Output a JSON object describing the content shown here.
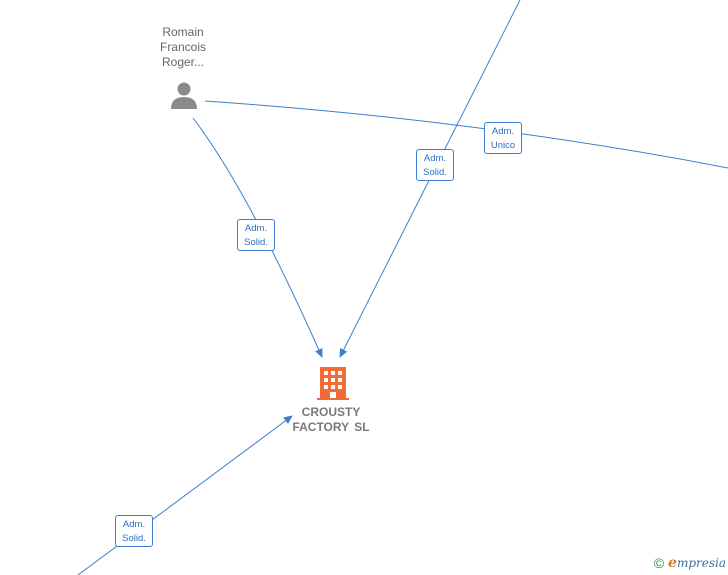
{
  "person": {
    "name_lines": [
      "Romain",
      "Francois",
      "Roger..."
    ],
    "icon": "person-icon"
  },
  "company": {
    "name_lines": [
      "CROUSTY",
      "FACTORY  SL"
    ],
    "icon": "building-icon",
    "color": "#f26a35"
  },
  "edge_labels": [
    {
      "lines": [
        "Adm.",
        "Solid."
      ]
    },
    {
      "lines": [
        "Adm.",
        "Solid."
      ]
    },
    {
      "lines": [
        "Adm.",
        "Unico"
      ]
    },
    {
      "lines": [
        "Adm.",
        "Solid."
      ]
    }
  ],
  "colors": {
    "edge": "#3d7fcf",
    "person": "#8a8a8a",
    "label_text": "#2f6fbf"
  },
  "brand": {
    "copyright": "©",
    "initial": "e",
    "rest": "mpresia"
  }
}
